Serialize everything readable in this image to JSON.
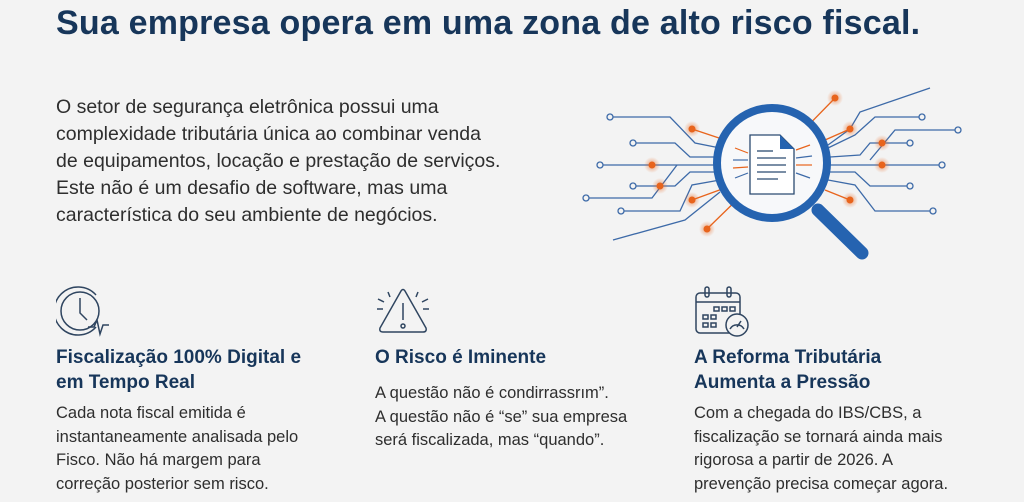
{
  "title": "Sua empresa opera em uma zona de alto risco fiscal.",
  "intro_lines": [
    "O setor de segurança eletrônica possui uma",
    "complexidade tributária única ao combinar venda",
    "de equipamentos, locação e prestação de serviços.",
    "Este não é um desafio de software, mas uma",
    "característica do seu ambiente de negócios."
  ],
  "illustration": {
    "icon": "magnifier-document-network-icon",
    "colors": {
      "blue": "#2563b0",
      "orange": "#e8641c"
    }
  },
  "columns": [
    {
      "icon": "clock-pulse-icon",
      "heading": [
        "Fiscalização 100% Digital e",
        "em Tempo Real"
      ],
      "body": [
        "Cada nota fiscal emitida é",
        "instantaneamente analisada pelo",
        "Fisco. Não há margem para",
        "correção posterior sem risco."
      ]
    },
    {
      "icon": "warning-triangle-icon",
      "heading": [
        "O Risco é Iminente"
      ],
      "body": [
        "A questão não é condirrassrım”.",
        "A questão não é “se” sua empresa",
        "será fiscalizada, mas “quando”."
      ]
    },
    {
      "icon": "calendar-gauge-icon",
      "heading": [
        "A Reforma Tributária",
        "Aumenta a Pressão"
      ],
      "body": [
        "Com a chegada do IBS/CBS, a",
        "fiscalização se tornará ainda mais",
        "rigorosa a partir de 2026. A",
        "prevenção precisa começar agora."
      ]
    }
  ]
}
